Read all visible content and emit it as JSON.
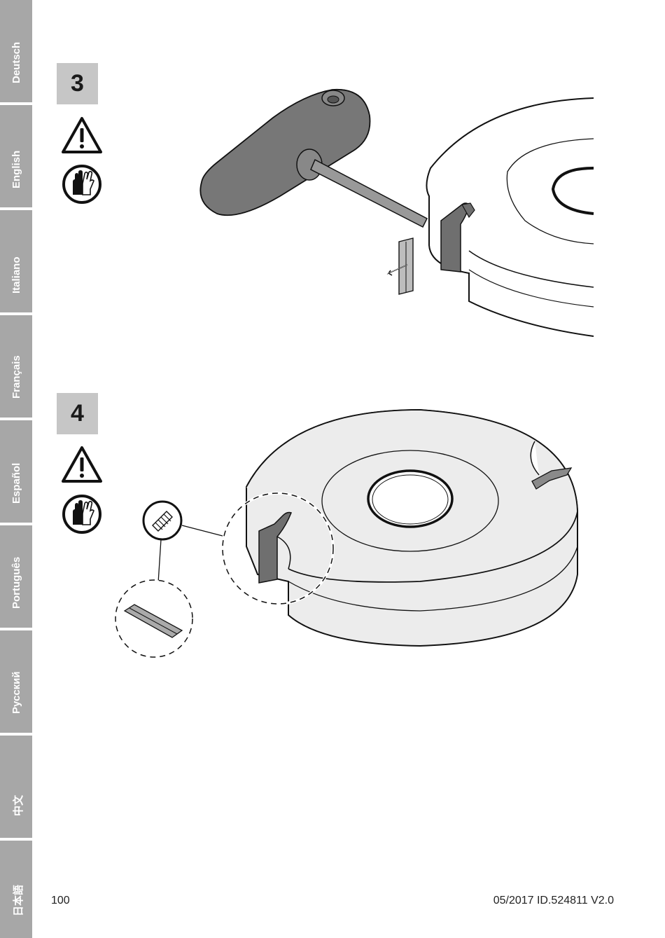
{
  "sidebar": {
    "tabs": [
      {
        "label": "Deutsch"
      },
      {
        "label": "English"
      },
      {
        "label": "Italiano"
      },
      {
        "label": "Français"
      },
      {
        "label": "Español"
      },
      {
        "label": "Português"
      },
      {
        "label": "Русский"
      },
      {
        "label": "中文"
      },
      {
        "label": "日本語"
      }
    ]
  },
  "steps": [
    {
      "number": "3",
      "icons": [
        "warning-icon",
        "gloves-icon"
      ]
    },
    {
      "number": "4",
      "icons": [
        "warning-icon",
        "gloves-icon"
      ]
    }
  ],
  "footer": {
    "page_number": "100",
    "doc_id": "05/2017 ID.524811 V2.0"
  },
  "colors": {
    "tab_gray": "#a7a7a7",
    "step_box_gray": "#c6c6c6",
    "part_gray": "#6f6f6f",
    "disc_fill": "#ececec"
  }
}
